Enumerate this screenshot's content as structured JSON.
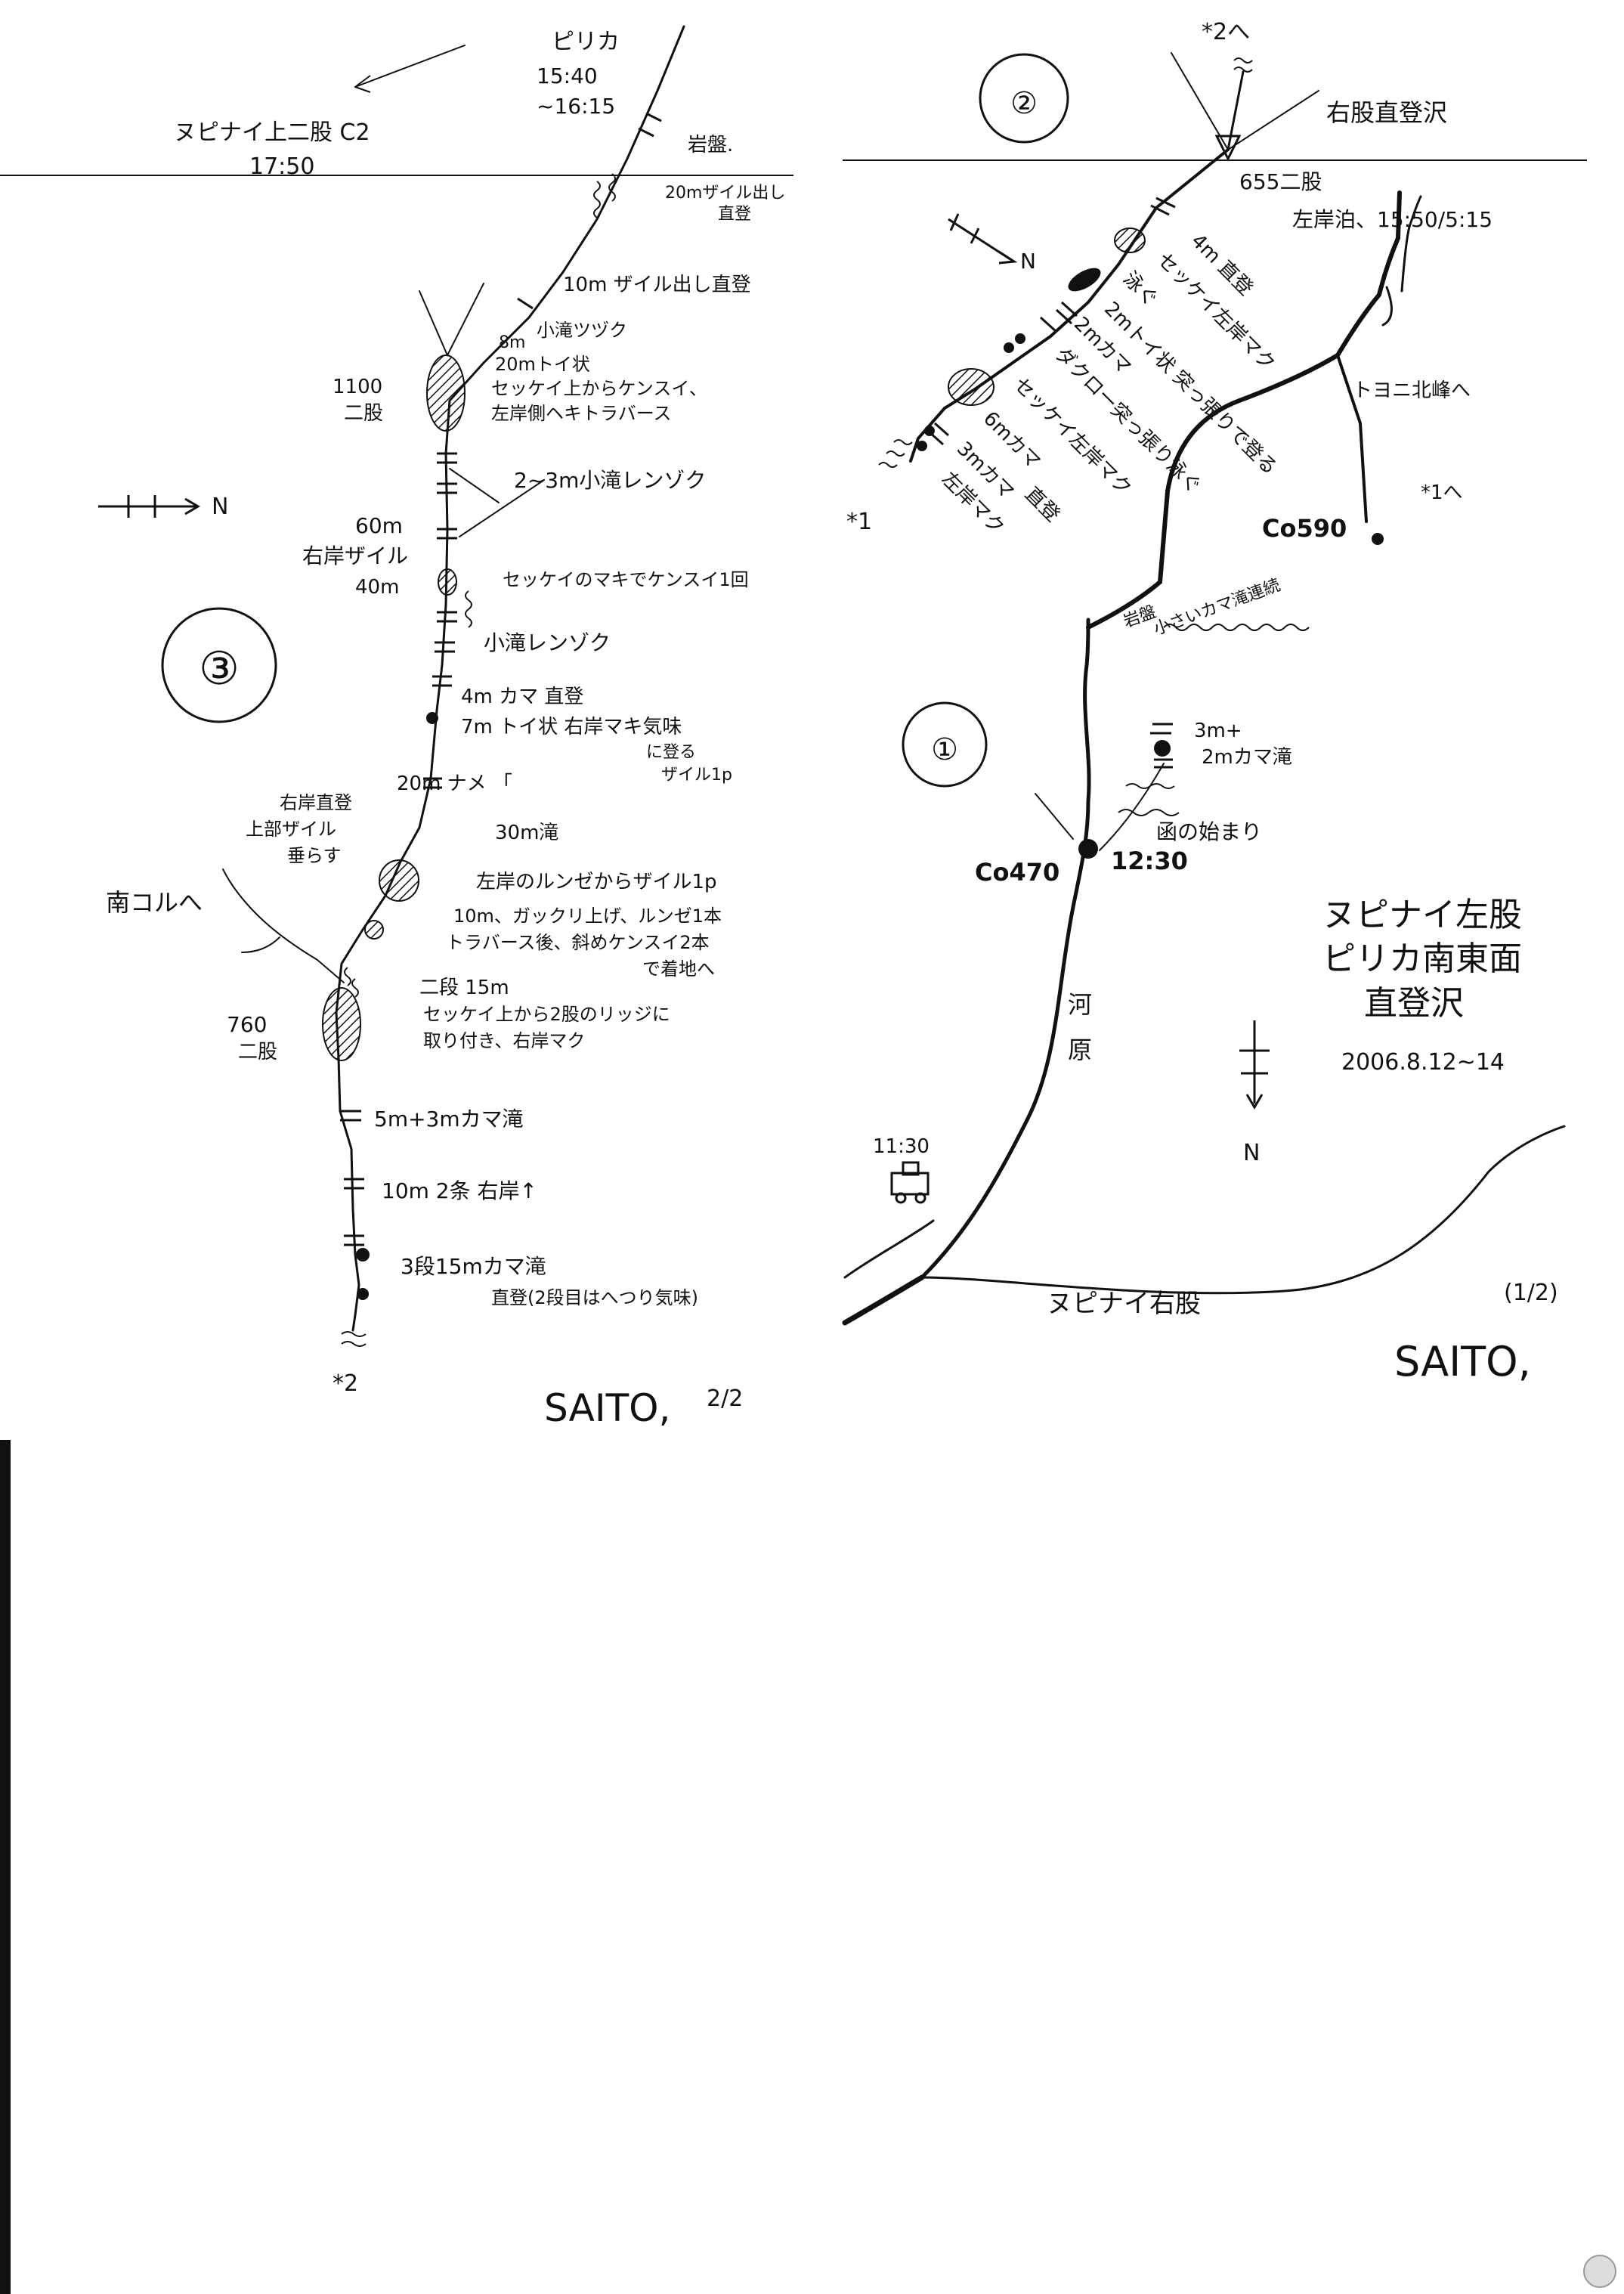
{
  "sheet1": {
    "number": "①",
    "title_lines": [
      "ヌピナイ左股",
      "ピリカ南東面",
      "直登沢"
    ],
    "date": "2006.8.12~14",
    "page_mark": "(1/2)",
    "author": "SAITO,",
    "north": "N",
    "right_fork": "ヌピナイ右股",
    "car_time": "11:30",
    "floodplain": [
      "河",
      "原"
    ],
    "co470": "Co470",
    "co470_time": "12:30",
    "gorge_start": "函の始まり",
    "falls_3m2m": [
      "3m+",
      "2mカマ滝"
    ],
    "co590": "Co590",
    "rock_small_falls": [
      "岩盤",
      "小さいカマ滝連続"
    ],
    "to_ridge": "トヨニ北峰へ",
    "to_star1": "*1へ"
  },
  "sheet2": {
    "number": "②",
    "north": "N",
    "to_star2": "*2へ",
    "right_branch": "右股直登沢",
    "fork655": "655二股",
    "camp": "左岸泊、15:50/5:15",
    "notes": [
      "4m 直登",
      "セッケイ左岸マク",
      "泳ぐ",
      "2mトイ状 突っ張りで登る",
      "2mカマ",
      "ダクロー突っ張り泳ぐ",
      "セッケイ左岸マク",
      "6mカマ",
      "3mカマ",
      "左岸マク",
      "直登"
    ],
    "star1": "*1"
  },
  "sheet3": {
    "number": "③",
    "north": "N",
    "c2": "ヌピナイ上二股 C2",
    "c2_time": "17:50",
    "pirika": "ピリカ",
    "pirika_time": "15:40",
    "pirika_time2": "~16:15",
    "rock": "岩盤.",
    "n20m": [
      "20mザイル出し",
      "直登"
    ],
    "n10m": "10m ザイル出し直登",
    "small_falls": "小滝ツヅク",
    "n8m": "8m",
    "n20m_toi": "20mトイ状",
    "sekkei_traverse": [
      "セッケイ上からケンスイ、",
      "左岸側ヘキトラバース"
    ],
    "fork1100": [
      "1100",
      "二股"
    ],
    "small_2_3m": "2~3m小滝レンゾク",
    "n60m": [
      "60m",
      "右岸ザイル",
      "40m"
    ],
    "sekkei_kensui": "セッケイのマキでケンスイ1回",
    "small_renzoku": "小滝レンゾク",
    "n4m": "4m カマ 直登",
    "n7m": [
      "7m トイ状 右岸マキ気味",
      "に登る",
      "ザイル1p"
    ],
    "n20m_nameda": "20m ナメ 「",
    "right_direct": [
      "右岸直登",
      "上部ザイル",
      "垂らす"
    ],
    "n30m": "30m滝",
    "left_runze": "左岸のルンゼからザイル1p",
    "gakkuri": [
      "10m、ガックリ上げ、ルンゼ1本",
      "トラバース後、斜めケンスイ2本",
      "で着地へ"
    ],
    "south_col": "南コルへ",
    "fork760": [
      "760",
      "二股"
    ],
    "two_step": [
      "二段 15m",
      "セッケイ上から2股のリッジに",
      "取り付き、右岸マク"
    ],
    "falls_5m3m": "5m+3mカマ滝",
    "falls_10m": "10m 2条 右岸↑",
    "falls_3step": [
      "3段15mカマ滝",
      "直登(2段目はへつり気味)"
    ],
    "star2": "*2",
    "author": "SAITO,",
    "page_mark": "2/2"
  }
}
